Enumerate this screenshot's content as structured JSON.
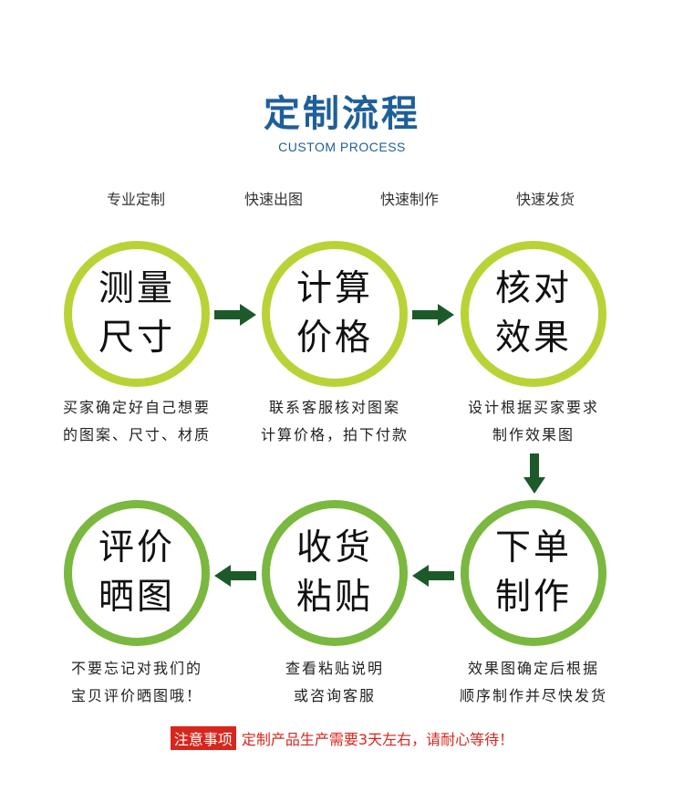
{
  "header": {
    "title": "定制流程",
    "subtitle": "CUSTOM PROCESS"
  },
  "stage_labels": [
    "专业定制",
    "快速出图",
    "快速制作",
    "快速发货"
  ],
  "steps": [
    {
      "line1": "测量",
      "line2": "尺寸",
      "desc1": "买家确定好自己想要",
      "desc2": "的图案、尺寸、材质"
    },
    {
      "line1": "计算",
      "line2": "价格",
      "desc1": "联系客服核对图案",
      "desc2": "计算价格，拍下付款"
    },
    {
      "line1": "核对",
      "line2": "效果",
      "desc1": "设计根据买家要求",
      "desc2": "制作效果图"
    },
    {
      "line1": "下单",
      "line2": "制作",
      "desc1": "效果图确定后根据",
      "desc2": "顺序制作并尽快发货"
    },
    {
      "line1": "收货",
      "line2": "粘贴",
      "desc1": "查看粘贴说明",
      "desc2": "或咨询客服"
    },
    {
      "line1": "评价",
      "line2": "晒图",
      "desc1": "不要忘记对我们的",
      "desc2": "宝贝评价晒图哦！"
    }
  ],
  "notice": {
    "tag": "注意事项",
    "text": "定制产品生产需要3天左右，请耐心等待！"
  },
  "colors": {
    "title": "#1f5f99",
    "ring_light": "#b8d336",
    "ring_dark": "#7ab83f",
    "arrow": "#1d5a2a",
    "notice": "#d7261c"
  },
  "icons": [
    "arrow-right-icon",
    "arrow-down-icon",
    "arrow-left-icon"
  ]
}
